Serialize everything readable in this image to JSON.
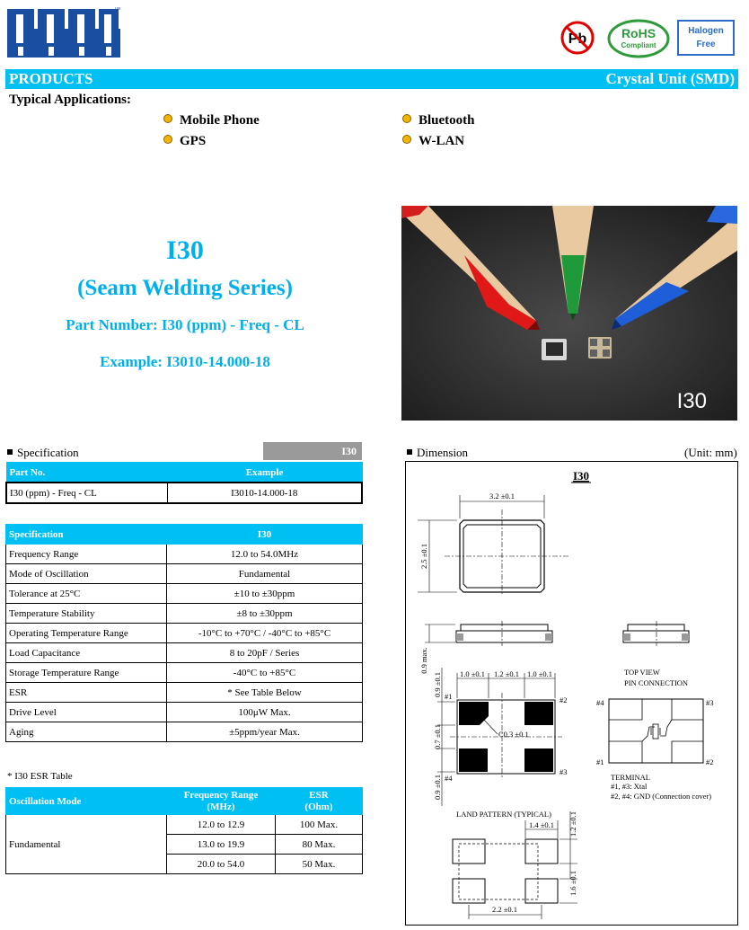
{
  "header": {
    "logo_text": "ITTI",
    "badges": {
      "pb": "Pb",
      "rohs_main": "RoHS",
      "rohs_sub": "Compliant",
      "halogen_1": "Halogen",
      "halogen_2": "Free"
    }
  },
  "bar": {
    "left": "PRODUCTS",
    "right": "Crystal Unit (SMD)"
  },
  "applications": {
    "heading": "Typical Applications:",
    "items": [
      "Mobile Phone",
      "GPS",
      "Bluetooth",
      "W-LAN"
    ]
  },
  "product": {
    "title": "I30",
    "subtitle": "(Seam Welding Series)",
    "part_number": "Part Number: I30 (ppm) - Freq - CL",
    "example": "Example: I3010-14.000-18",
    "photo_label": "I30"
  },
  "specification": {
    "heading": "Specification",
    "model": "I30",
    "part_table": {
      "headers": [
        "Part No.",
        "Example"
      ],
      "row": [
        "I30 (ppm) - Freq - CL",
        "I3010-14.000-18"
      ]
    },
    "spec_table": {
      "headers": [
        "Specification",
        "I30"
      ],
      "rows": [
        [
          "Frequency Range",
          "12.0 to 54.0MHz"
        ],
        [
          "Mode of Oscillation",
          "Fundamental"
        ],
        [
          "Tolerance at 25°C",
          "±10 to ±30ppm"
        ],
        [
          "Temperature Stability",
          "±8 to ±30ppm"
        ],
        [
          "Operating Temperature Range",
          "-10°C to +70°C / -40°C to +85°C"
        ],
        [
          "Load Capacitance",
          "8 to 20pF / Series"
        ],
        [
          "Storage Temperature Range",
          "-40°C to +85°C"
        ],
        [
          "ESR",
          "* See Table Below"
        ],
        [
          "Drive Level",
          "100μW Max."
        ],
        [
          "Aging",
          "±5ppm/year Max."
        ]
      ]
    },
    "esr_table": {
      "caption": "* I30  ESR Table",
      "headers": [
        "Oscillation Mode",
        "Frequency Range",
        "(MHz)",
        "ESR",
        "(Ohm)"
      ],
      "mode": "Fundamental",
      "rows": [
        [
          "12.0 to 12.9",
          "100 Max."
        ],
        [
          "13.0 to 19.9",
          "80 Max."
        ],
        [
          "20.0 to 54.0",
          "50 Max."
        ]
      ]
    }
  },
  "dimension": {
    "heading": "Dimension",
    "unit": "(Unit: mm)",
    "title": "I30",
    "dims": {
      "width": "3.2 ±0.1",
      "height": "2.5 ±0.1",
      "thickness": "0.9 max.",
      "pad_left": "1.0 ±0.1",
      "pad_mid": "1.2 ±0.1",
      "pad_right": "1.0 ±0.1",
      "pad_top": "0.9 ±0.1",
      "pad_gap": "0.7 ±0.1",
      "pad_bottom": "0.9 ±0.1",
      "chamfer": "C0.3 ±0.1",
      "lp_pad_w": "1.4 ±0.1",
      "lp_pad_h": "1.2 ±0.1",
      "lp_gap": "1.6 ±0.1",
      "lp_total": "2.2 ±0.1"
    },
    "pins": [
      "#1",
      "#2",
      "#3",
      "#4"
    ],
    "top_view": "TOP VIEW",
    "pin_conn": "PIN CONNECTION",
    "terminal_title": "TERMINAL",
    "terminal_1": "#1, #3: Xtal",
    "terminal_2": "#2, #4: GND (Connection cover)",
    "land_pattern": "LAND PATTERN (TYPICAL)"
  },
  "colors": {
    "accent": "#00bff3",
    "title": "#00b0ec",
    "bullet": "#f2b600"
  }
}
